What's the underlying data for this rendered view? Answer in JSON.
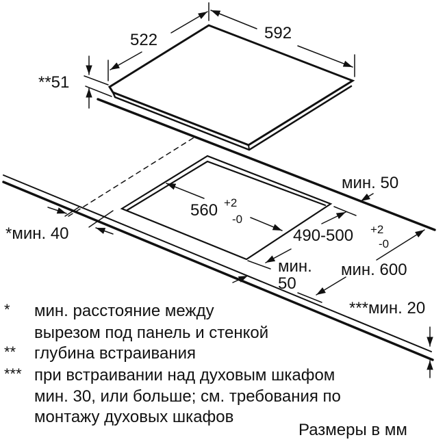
{
  "diagram": {
    "type": "installation-dimension-drawing",
    "subject": "built-in hob cutout",
    "units_label": "Размеры в мм",
    "colors": {
      "line": "#111111",
      "background": "#ffffff"
    }
  },
  "dimensions": {
    "hob_depth": "522",
    "hob_width": "592",
    "install_depth": "**51",
    "cutout_width": "560",
    "cutout_width_tol_plus": "+2",
    "cutout_width_tol_minus": "-0",
    "cutout_depth": "490-500",
    "cutout_depth_tol_plus": "+2",
    "cutout_depth_tol_minus": "-0",
    "back_min_label": "мин. 50",
    "side_min_label": "*мин. 40",
    "front_min_line1": "мин.",
    "front_min_line2": "50",
    "worktop_depth_min": "мин. 600",
    "worktop_thickness_min": "***мин. 20"
  },
  "footnotes": [
    {
      "mark": "*",
      "lines": [
        "мин. расстояние между",
        "вырезом под панель и стенкой"
      ]
    },
    {
      "mark": "**",
      "lines": [
        "глубина встраивания"
      ]
    },
    {
      "mark": "***",
      "lines": [
        "при встраивании над духовым шкафом",
        "мин. 30, или больше; см. требования по",
        "монтажу духовых шкафов"
      ]
    }
  ]
}
